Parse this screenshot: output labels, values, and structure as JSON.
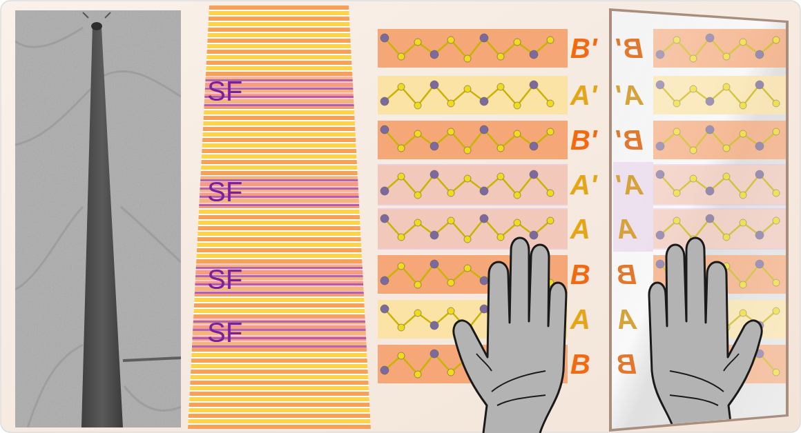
{
  "diagram": {
    "labels": [
      "SF",
      "SF",
      "SF",
      "SF",
      "B'",
      "A'",
      "B'",
      "A'",
      "A",
      "B",
      "A",
      "B",
      "B'",
      "A'",
      "B'",
      "A'",
      "A",
      "B",
      "A",
      "B"
    ]
  }
}
